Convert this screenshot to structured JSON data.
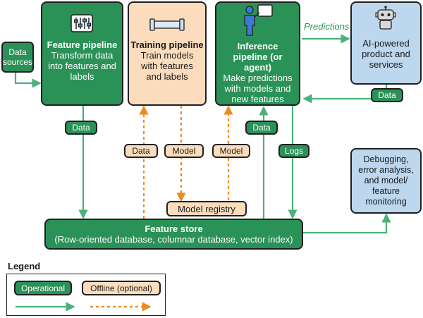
{
  "nodes": {
    "data_sources": {
      "label": "Data sources"
    },
    "feature_pipeline": {
      "title": "Feature pipeline",
      "desc": "Transform data into features and labels"
    },
    "training_pipeline": {
      "title": "Training pipeline",
      "desc": "Train models with features and labels"
    },
    "inference_pipeline": {
      "title": "Inference pipeline (or agent)",
      "desc": "Make predictions with models and new features"
    },
    "ai_product": {
      "desc": "AI-powered product and services"
    },
    "debugging": {
      "desc": "Debugging, error analysis, and model/ feature monitoring"
    },
    "feature_store": {
      "title": "Feature store",
      "desc": "(Row-oriented database, columnar database, vector index)"
    },
    "model_registry": {
      "label": "Model registry"
    }
  },
  "edge_labels": {
    "predictions": "Predictions",
    "data_from_product": "Data",
    "data_from_feature_pipeline": "Data",
    "data_to_training": "Data",
    "model_to_registry": "Model",
    "model_to_inference": "Model",
    "data_to_inference": "Data",
    "logs": "Logs"
  },
  "legend": {
    "title": "Legend",
    "operational": "Operational",
    "offline": "Offline (optional)"
  },
  "colors": {
    "operational": "#2a9157",
    "offline": "#fbdcbd",
    "product": "#bcd7ee",
    "solid_arrow": "#4bb07a",
    "dashed_arrow": "#f08a1c"
  },
  "icons": [
    "sliders-icon",
    "pipe-icon",
    "presenter-icon",
    "robot-icon"
  ]
}
